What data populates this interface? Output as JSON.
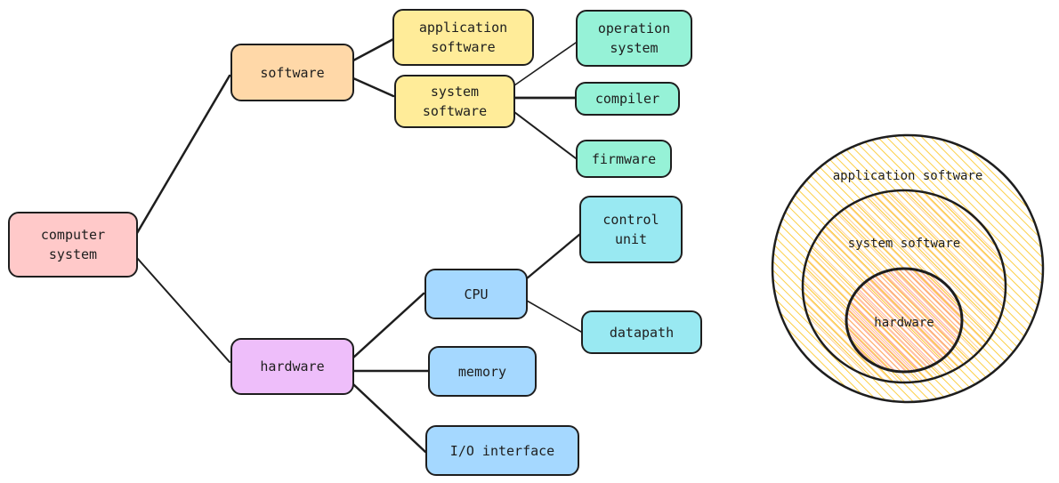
{
  "colors": {
    "stroke": "#1e1e1e",
    "root": "#ffc9c9",
    "software": "#ffd8a8",
    "software_children": "#ffec99",
    "system_software_children": "#96f2d7",
    "hardware": "#eebefa",
    "hardware_children": "#a5d8ff",
    "cpu_children": "#99e9f2",
    "hatch_outer": "#fcc419",
    "hatch_mid": "#ffa94d",
    "hatch_inner": "#ff8787"
  },
  "tree": {
    "root": "computer\nsystem",
    "software": "software",
    "application_software": "application\nsoftware",
    "system_software": "system\nsoftware",
    "operation_system": "operation\nsystem",
    "compiler": "compiler",
    "firmware": "firmware",
    "hardware": "hardware",
    "cpu": "CPU",
    "memory": "memory",
    "io_interface": "I/O interface",
    "control_unit": "control\nunit",
    "datapath": "datapath"
  },
  "layers": {
    "outer": "application software",
    "middle": "system software",
    "inner": "hardware"
  }
}
